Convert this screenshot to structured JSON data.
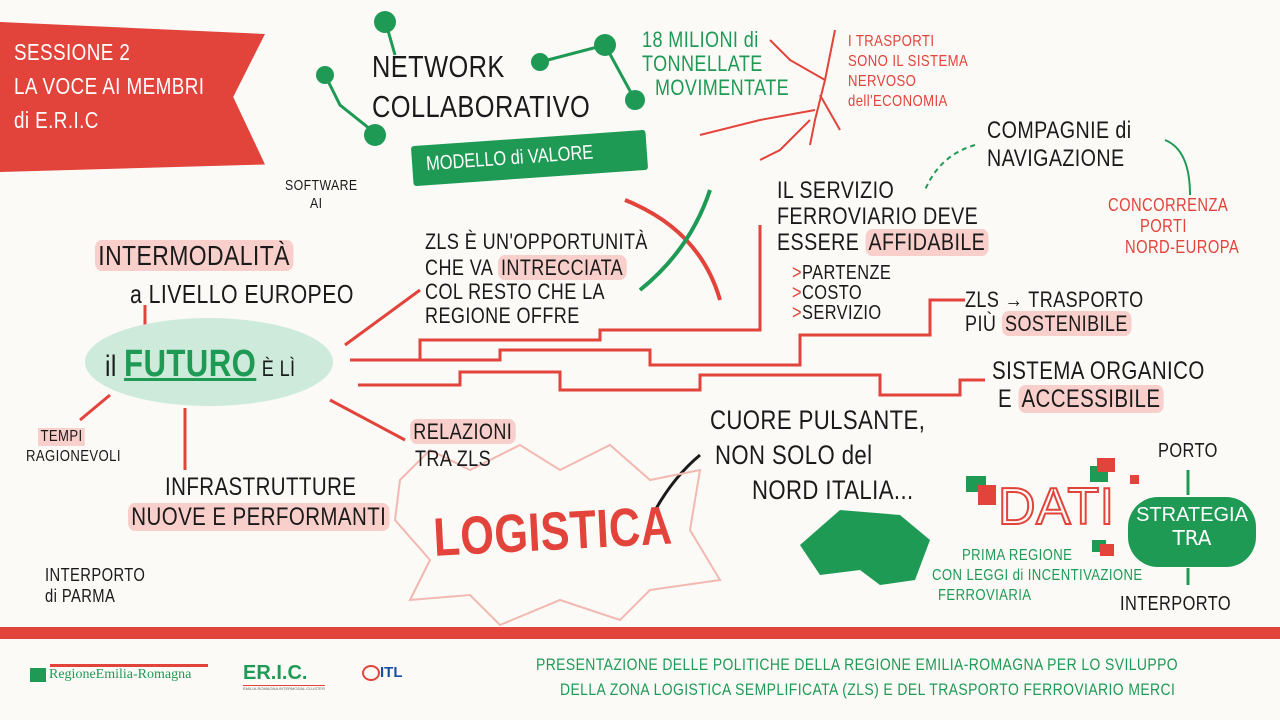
{
  "banner": {
    "line1": "SESSIONE 2",
    "line2": "LA VOCE AI MEMBRI",
    "line3": "di E.R.I.C"
  },
  "network": {
    "line1": "NETWORK",
    "line2": "COLLABORATIVO",
    "ribbon": "MODELLO di VALORE"
  },
  "tonnellate": {
    "line1": "18 MILIONI di",
    "line2": "TONNELLATE",
    "line3": "MOVIMENTATE"
  },
  "trasporti": {
    "line1": "I TRASPORTI",
    "line2": "SONO IL SISTEMA",
    "line3": "NERVOSO",
    "line4": "dell'ECONOMIA"
  },
  "compagnie": {
    "line1": "COMPAGNIE di",
    "line2": "NAVIGAZIONE"
  },
  "concorrenza": {
    "line1": "CONCORRENZA",
    "line2": "PORTI",
    "line3": "NORD-EUROPA"
  },
  "software": {
    "line1": "SOFTWARE",
    "line2": "AI"
  },
  "intermodalita": {
    "line1": "INTERMODALITÀ",
    "line2": "a LIVELLO EUROPEO"
  },
  "zls": {
    "line1": "ZLS È UN'OPPORTUNITÀ",
    "line2a": "CHE VA ",
    "line2b": "INTRECCIATA",
    "line3": "COL RESTO CHE LA",
    "line4": "REGIONE OFFRE"
  },
  "servizio": {
    "line1": "IL SERVIZIO",
    "line2": "FERROVIARIO DEVE",
    "line3a": "ESSERE ",
    "line3b": "AFFIDABILE",
    "items": [
      "PARTENZE",
      "COSTO",
      "SERVIZIO"
    ],
    "bullet": ">"
  },
  "sostenibile": {
    "line1": "ZLS → TRASPORTO",
    "line2a": "PIÙ ",
    "line2b": "SOSTENIBILE"
  },
  "organico": {
    "line1": "SISTEMA ORGANICO",
    "line2a": "E ",
    "line2b": "ACCESSIBILE"
  },
  "futuro": {
    "pre": "il ",
    "main": "FUTURO",
    "post": " È LÌ"
  },
  "tempi": {
    "line1": "TEMPI",
    "line2": "RAGIONEVOLI"
  },
  "infrastrutture": {
    "line1": "INFRASTRUTTURE",
    "line2": "NUOVE E PERFORMANTI"
  },
  "interporto_parma": {
    "line1": "INTERPORTO",
    "line2": "di PARMA"
  },
  "relazioni": {
    "line1": "RELAZIONI",
    "line2": "TRA ZLS"
  },
  "logistica": "LOGISTICA",
  "cuore": {
    "line1": "CUORE PULSANTE,",
    "line2": "NON SOLO del",
    "line3": "NORD ITALIA..."
  },
  "dati": {
    "title": "DATI",
    "line1": "PRIMA REGIONE",
    "line2": "CON LEGGI di INCENTIVAZIONE",
    "line3": "FERROVIARIA"
  },
  "strategia": {
    "line1": "STRATEGIA",
    "line2": "TRA",
    "top": "PORTO",
    "bottom": "INTERPORTO"
  },
  "footer": {
    "logo1": "RegioneEmilia-Romagna",
    "logo2": "ER.I.C.",
    "logo2_sub": "EMILIA-ROMAGNA INTERMODAL CLUSTER",
    "logo3": "ITL",
    "line1": "PRESENTAZIONE DELLE POLITICHE DELLA REGIONE EMILIA-ROMAGNA PER LO SVILUPPO",
    "line2": "DELLA ZONA LOGISTICA SEMPLIFICATA (ZLS) E DEL TRASPORTO FERROVIARIO MERCI"
  },
  "colors": {
    "red": "#e2433a",
    "green": "#1f9a55",
    "pink": "#f8cfca",
    "mint": "#cdeadb"
  }
}
